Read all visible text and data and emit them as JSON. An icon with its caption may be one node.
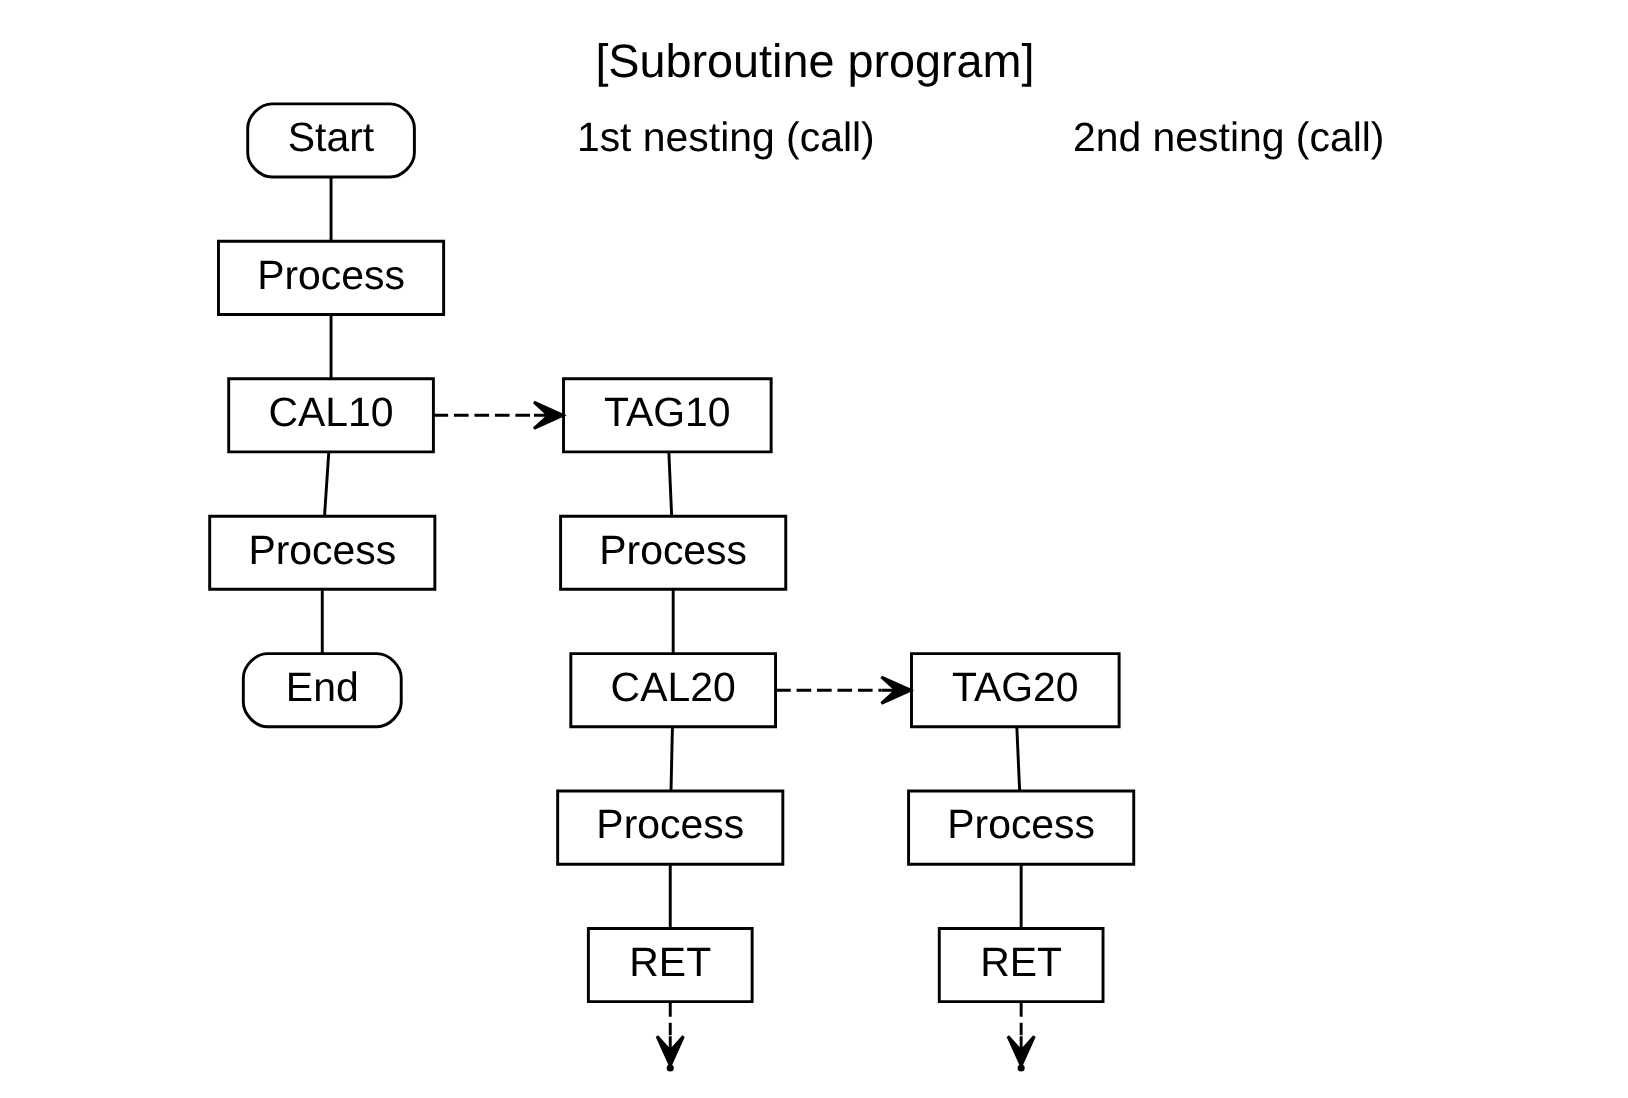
{
  "diagram": {
    "title": "[Subroutine program]",
    "nodes": [
      {
        "text": [
          "Start"
        ]
      },
      {
        "text": [
          "Process"
        ]
      },
      {
        "text": [
          "CAL10"
        ]
      },
      {
        "text": [
          "Process"
        ]
      },
      {
        "text": [
          "End"
        ]
      },
      {
        "text": [
          "TAG10"
        ]
      },
      {
        "text": [
          "Process"
        ]
      },
      {
        "text": [
          "CAL20"
        ]
      },
      {
        "text": [
          "Process"
        ]
      },
      {
        "text": [
          "RET"
        ]
      },
      {
        "text": [
          "TAG20"
        ]
      },
      {
        "text": [
          "Process"
        ]
      },
      {
        "text": [
          "RET"
        ]
      }
    ],
    "edges": [
      {
        "from": 0,
        "to": 1,
        "arrow": "none"
      },
      {
        "from": 1,
        "to": 2,
        "arrow": "none"
      },
      {
        "from": 2,
        "to": 3,
        "arrow": "none"
      },
      {
        "from": 3,
        "to": 4,
        "arrow": "none"
      },
      {
        "from": 2,
        "to": 5,
        "arrow": "to",
        "style": "dashed"
      },
      {
        "from": 5,
        "to": 6,
        "arrow": "none"
      },
      {
        "from": 6,
        "to": 7,
        "arrow": "none"
      },
      {
        "from": 7,
        "to": 8,
        "arrow": "none"
      },
      {
        "from": 8,
        "to": 9,
        "arrow": "none"
      },
      {
        "from": 9,
        "to": null,
        "arrow": "to",
        "style": "dashed"
      },
      {
        "from": 7,
        "to": 10,
        "arrow": "to",
        "style": "dashed"
      },
      {
        "from": 10,
        "to": 11,
        "arrow": "none"
      },
      {
        "from": 11,
        "to": 12,
        "arrow": "none"
      },
      {
        "from": 12,
        "to": null,
        "arrow": "to",
        "style": "dashed"
      }
    ],
    "labels": [
      "1st nesting (call)",
      "2nd nesting (call)"
    ]
  }
}
